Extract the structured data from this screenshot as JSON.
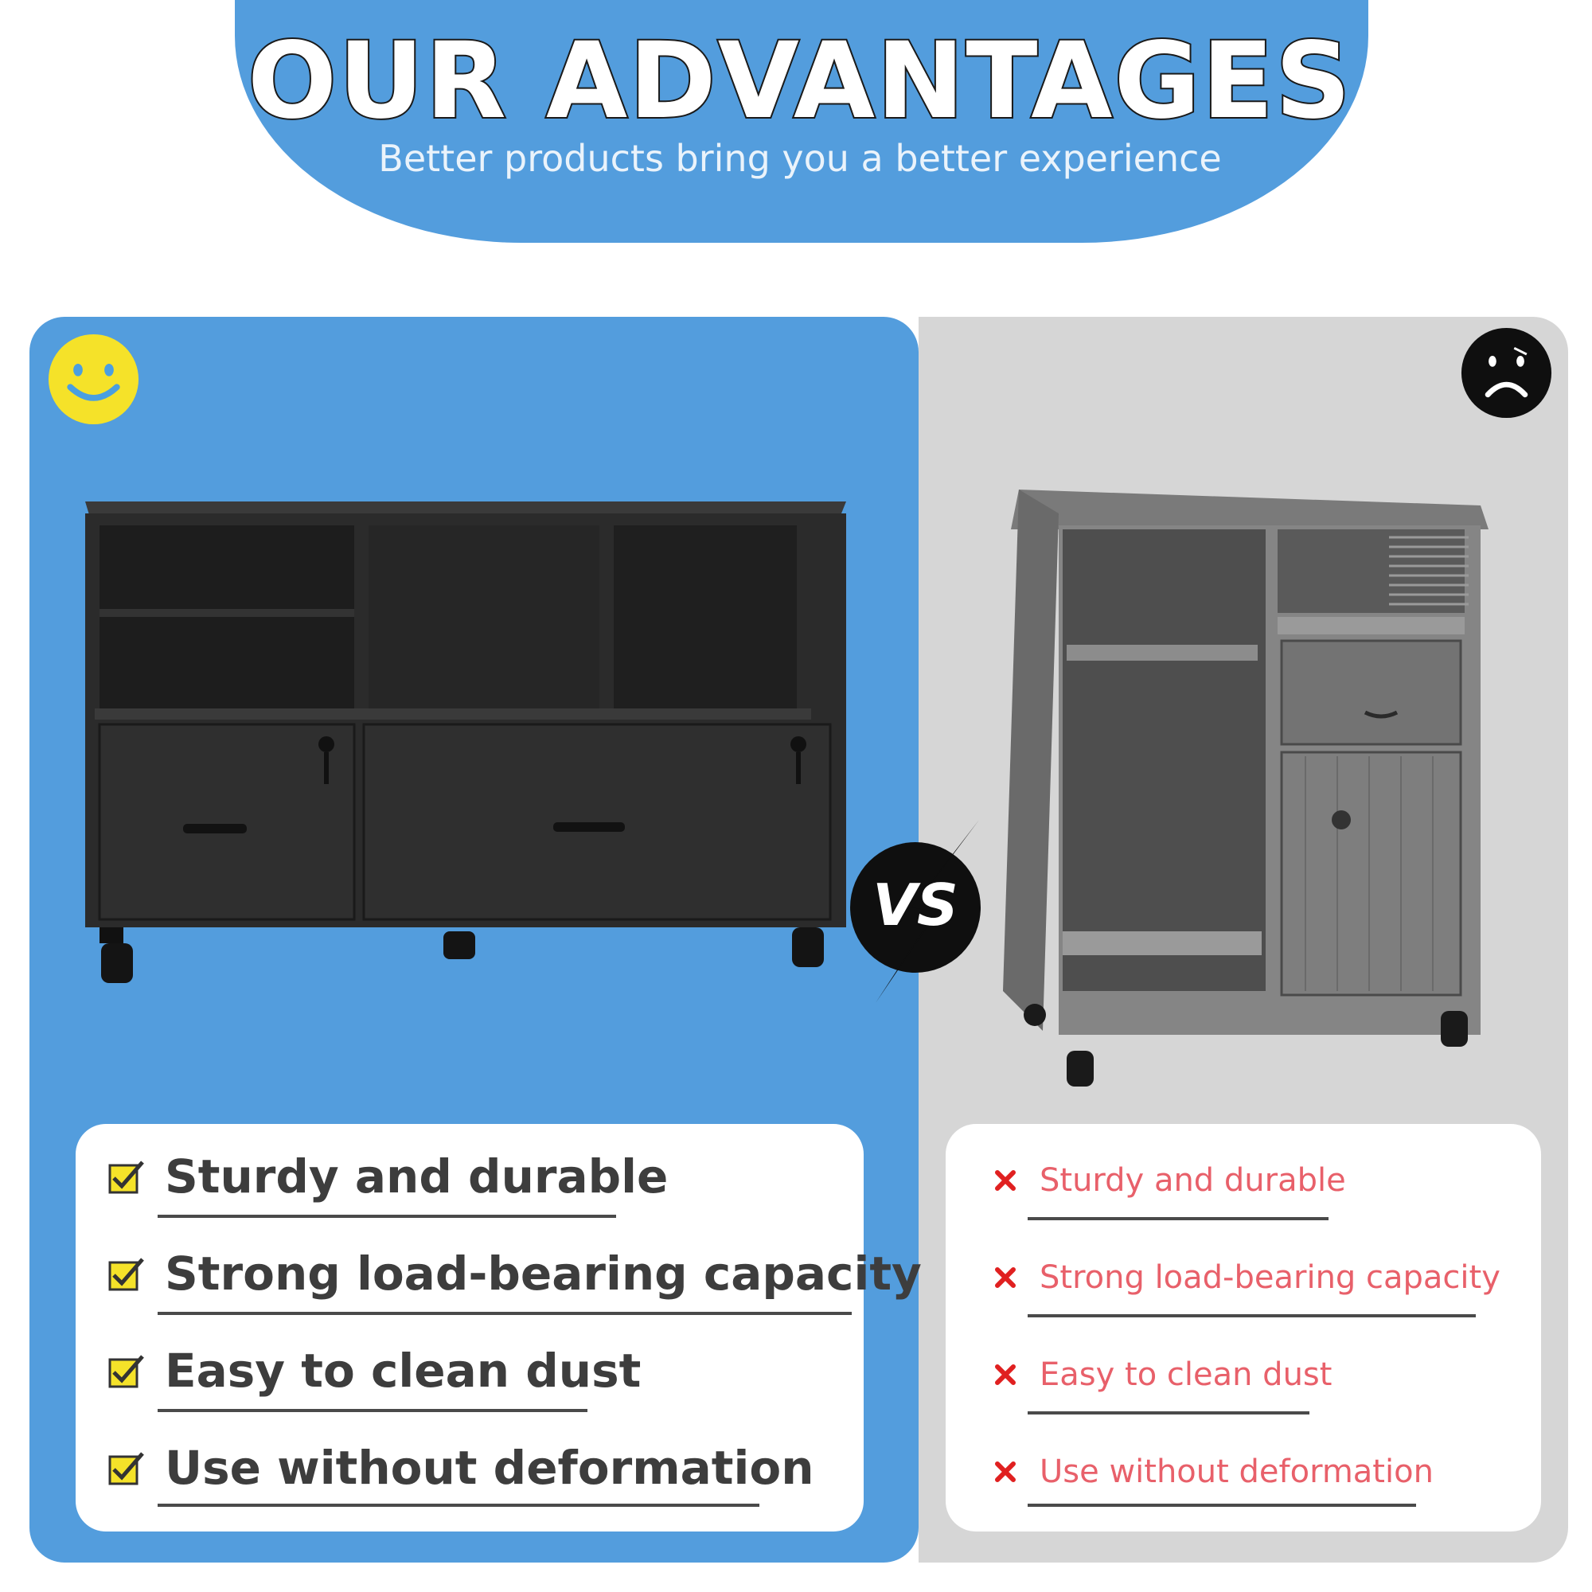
{
  "header": {
    "title": "OUR ADVANTAGES",
    "subtitle": "Better products bring you a better experience"
  },
  "comparison": {
    "vs_label": "VS",
    "left": {
      "mood_icon": "smiley-face-icon",
      "features": [
        "Sturdy and durable",
        "Strong load-bearing capacity",
        "Easy to clean dust",
        "Use without deformation"
      ]
    },
    "right": {
      "mood_icon": "sad-face-icon",
      "features": [
        "Sturdy and durable",
        "Strong load-bearing capacity",
        "Easy to clean dust",
        "Use without deformation"
      ]
    }
  },
  "colors": {
    "brand_blue": "#539ddd",
    "panel_gray": "#d6d6d6",
    "feature_text": "#3d3d3d",
    "negative_red": "#e8606a",
    "smiley_yellow": "#f5e229"
  }
}
